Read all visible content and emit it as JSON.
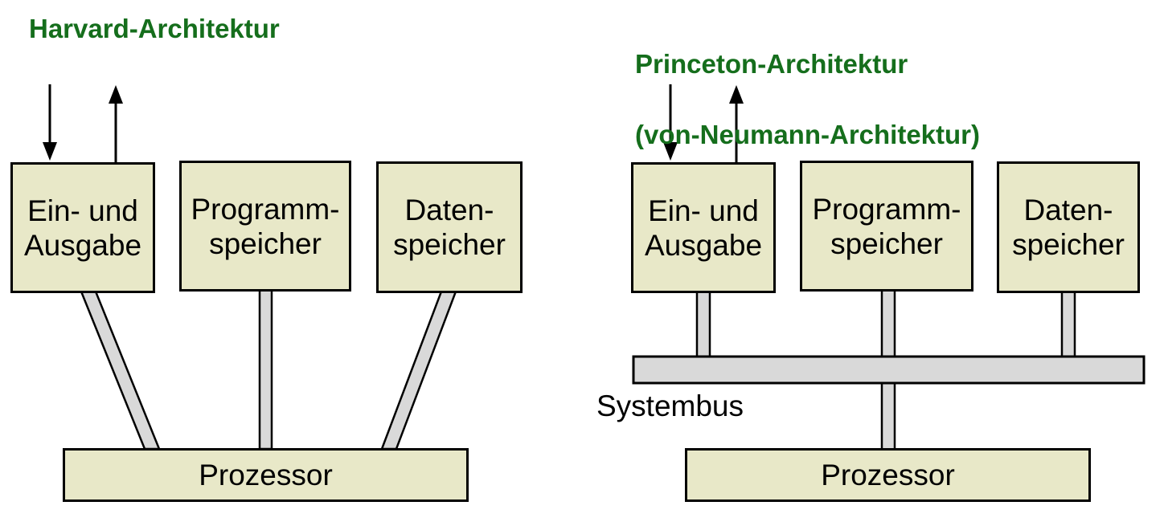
{
  "colors": {
    "title_green": "#156e1c",
    "box_fill": "#e8e8c8",
    "connector_fill": "#d9d9d9",
    "outline": "#000000"
  },
  "harvard": {
    "title": "Harvard-Architektur",
    "io_box": "Ein- und\nAusgabe",
    "program_box": "Programm-\nspeicher",
    "data_box": "Daten-\nspeicher",
    "processor_box": "Prozessor"
  },
  "princeton": {
    "title_line1": "Princeton-Architektur",
    "title_line2": "(von-Neumann-Architektur)",
    "io_box": "Ein- und\nAusgabe",
    "program_box": "Programm-\nspeicher",
    "data_box": "Daten-\nspeicher",
    "processor_box": "Prozessor",
    "bus_label": "Systembus"
  }
}
